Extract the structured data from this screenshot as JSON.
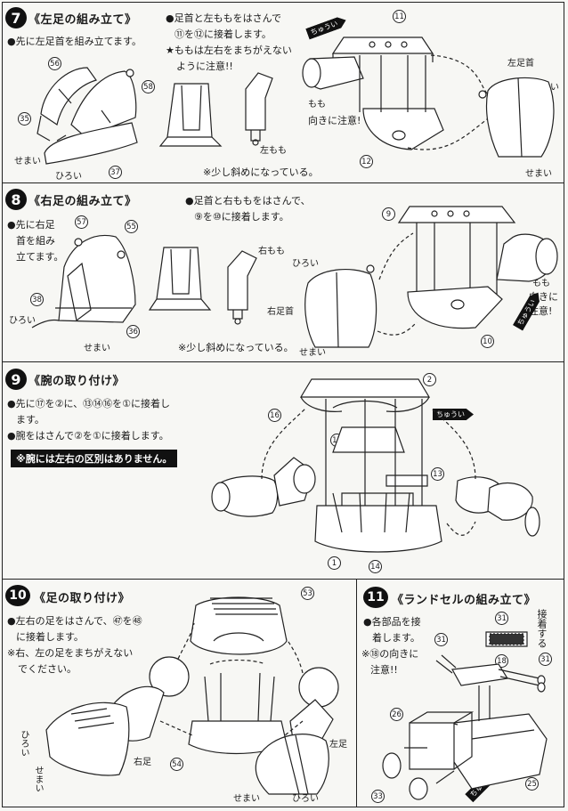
{
  "steps": [
    {
      "num": "7",
      "title": "《左足の組み立て》",
      "instruction": "●先に左足首を組み立てます。",
      "note1": "●足首と左ももをはさんで",
      "note2": "⑪を⑫に接着します。",
      "note3": "★ももは左右をまちがえない",
      "note4": "ように注意!!",
      "caption": "※少し斜めになっている。",
      "labels": {
        "narrow": "せまい",
        "wide": "ひろい",
        "left_thigh": "左もも",
        "left_ankle": "左足首",
        "thigh": "もも",
        "direction": "向きに注意!",
        "wide2": "ひろい",
        "narrow2": "せまい",
        "attention": "ちゅうい"
      },
      "parts": [
        "56",
        "58",
        "35",
        "37",
        "11",
        "12"
      ]
    },
    {
      "num": "8",
      "title": "《右足の組み立て》",
      "instruction1": "●先に右足",
      "instruction2": "首を組み",
      "instruction3": "立てます。",
      "note1": "●足首と右ももをはさんで、",
      "note2": "⑨を⑩に接着します。",
      "caption": "※少し斜めになっている。",
      "labels": {
        "wide": "ひろい",
        "narrow": "せまい",
        "right_thigh": "右もも",
        "right_ankle": "右足首",
        "wide2": "ひろい",
        "narrow2": "せまい",
        "thigh": "もも",
        "dir1": "向きに",
        "dir2": "注意!",
        "attention": "ちゅうい"
      },
      "parts": [
        "57",
        "55",
        "38",
        "36",
        "9",
        "10"
      ]
    },
    {
      "num": "9",
      "title": "《腕の取り付け》",
      "line1": "●先に⑰を②に、⑬⑭⑯を①に接着し",
      "line2": "ます。",
      "line3": "●腕をはさんで②を①に接着します。",
      "note": "※腕には左右の区別はありません。",
      "labels": {
        "attention": "ちゅうい"
      },
      "parts": [
        "2",
        "16",
        "17",
        "13",
        "1",
        "14"
      ]
    },
    {
      "num": "10",
      "title": "《足の取り付け》",
      "line1": "●左右の足をはさんで、㊼を㊽",
      "line2": "に接着します。",
      "line3": "※右、左の足をまちがえない",
      "line4": "でください。",
      "labels": {
        "wide": "ひろい",
        "narrow": "せまい",
        "right_leg": "右足",
        "left_leg": "左足",
        "narrow2": "せまい",
        "wide2": "ひろい"
      },
      "parts": [
        "53",
        "54"
      ]
    },
    {
      "num": "11",
      "title": "《ランドセルの組み立て》",
      "line1": "●各部品を接",
      "line2": "着します。",
      "line3": "※⑱の向きに",
      "line4": "注意!!",
      "glue": "接着する",
      "labels": {
        "attention": "ちゅうい"
      },
      "parts": [
        "31",
        "31",
        "18",
        "31",
        "26",
        "33",
        "25"
      ]
    }
  ]
}
